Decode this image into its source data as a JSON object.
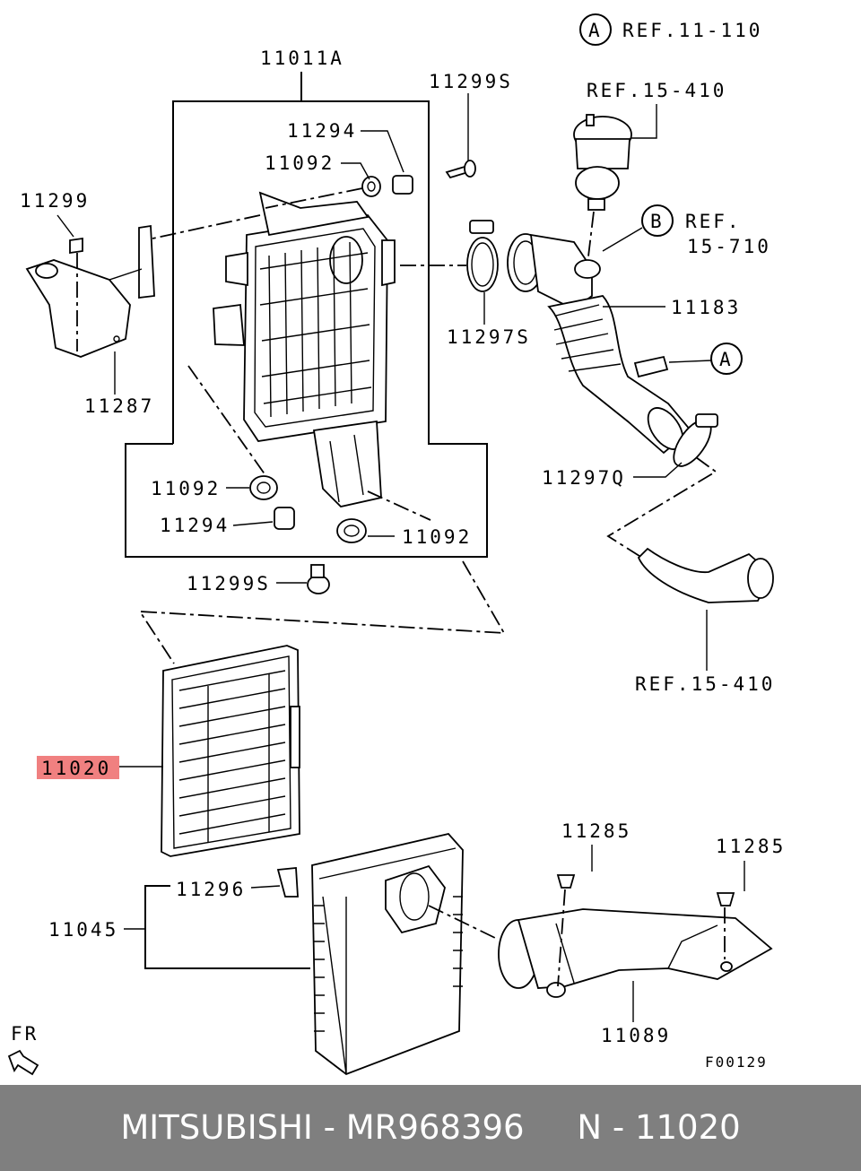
{
  "diagram": {
    "labels": {
      "ref_11_110": "REF.11-110",
      "callout_a": "A",
      "callout_b": "B",
      "ref_15_410_top": "REF.15-410",
      "ref_15_710_line1": "REF.",
      "ref_15_710_line2": "15-710",
      "p11011a": "11011A",
      "p11299s_top": "11299S",
      "p11294_top": "11294",
      "p11092_top": "11092",
      "p11299": "11299",
      "p11287": "11287",
      "p11297s": "11297S",
      "p11183": "11183",
      "p11297q": "11297Q",
      "p11092_left": "11092",
      "p11294_bottom": "11294",
      "p11092_bottom": "11092",
      "p11299s_bottom": "11299S",
      "ref_15_410_bottom": "REF.15-410",
      "p11020": "11020",
      "p11285_left": "11285",
      "p11285_right": "11285",
      "p11296": "11296",
      "p11045": "11045",
      "p11089": "11089",
      "fr": "FR",
      "figure_code": "F00129"
    },
    "highlight_color": "#f08080"
  },
  "footer": {
    "text": "MITSUBISHI - MR968396     N - 11020"
  }
}
